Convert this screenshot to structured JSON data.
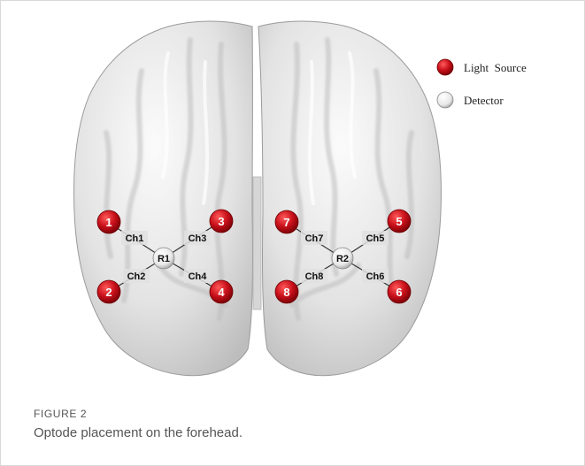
{
  "legend": {
    "source_label": "Light  Source",
    "detector_label": "Detector"
  },
  "caption": {
    "label": "FIGURE 2",
    "text": "Optode placement on the forehead."
  },
  "colors": {
    "source": "#c8101a",
    "detector": "#f2f2f2",
    "brain": "#e4e4e4"
  },
  "optodes": {
    "sources": [
      "1",
      "2",
      "3",
      "4",
      "5",
      "6",
      "7",
      "8"
    ],
    "detectors": [
      "R1",
      "R2"
    ],
    "channels": [
      "Ch1",
      "Ch2",
      "Ch3",
      "Ch4",
      "Ch5",
      "Ch6",
      "Ch7",
      "Ch8"
    ]
  }
}
